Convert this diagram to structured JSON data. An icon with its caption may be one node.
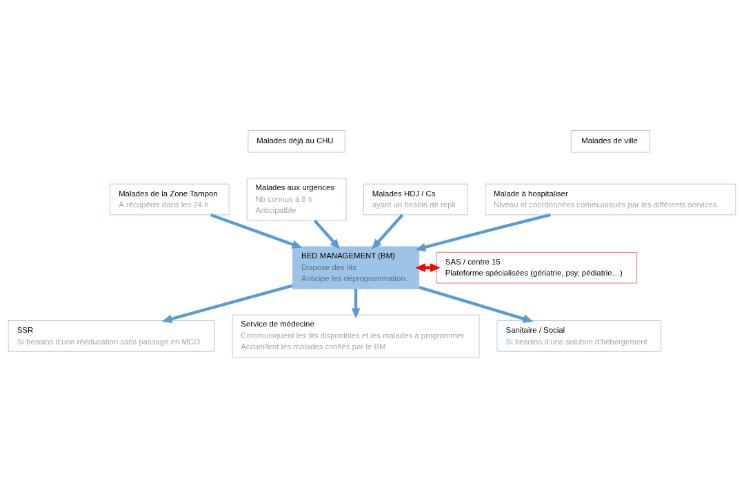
{
  "diagram": {
    "nodes": [
      {
        "text": [
          "Malades déjà au CHU"
        ]
      },
      {
        "text": [
          "Malades de ville"
        ]
      },
      {
        "text": [
          "Malades de la Zone Tampon",
          "À récupérer dans les 24 h"
        ]
      },
      {
        "text": [
          "Malades aux urgences",
          "Nb connus à 8 h",
          "Anticipatble"
        ]
      },
      {
        "text": [
          "Malades HDJ / Cs",
          "ayant un besoin de repli"
        ]
      },
      {
        "text": [
          "Malade à hospitaliser",
          "Niveau et coordonnées communiqués par les différents services."
        ]
      },
      {
        "text": [
          "BED MANAGEMENT (BM)",
          "Dispose des lits",
          "Anticipe les déprogrammation."
        ]
      },
      {
        "text": [
          "SAS / centre 15",
          "Plateforme spécialisées (gériatrie, psy, pédiatrie…)"
        ]
      },
      {
        "text": [
          "SSR",
          "Si besoins d’une rééducation sans passage en MCO"
        ]
      },
      {
        "text": [
          "Service de médecine",
          "Communiquent les lits disponibles et les malades à programmer",
          "Accueillent les malades confiés par le BM"
        ]
      },
      {
        "text": [
          "Sanitaire / Social",
          "Si besoins d’une solution d’hébergement"
        ]
      }
    ],
    "edges": [
      {
        "from": 2,
        "to": 6,
        "arrow": "to"
      },
      {
        "from": 3,
        "to": 6,
        "arrow": "to"
      },
      {
        "from": 4,
        "to": 6,
        "arrow": "to"
      },
      {
        "from": 5,
        "to": 6,
        "arrow": "to"
      },
      {
        "from": 6,
        "to": 7,
        "arrow": "both",
        "color": "#ff0000"
      },
      {
        "from": 6,
        "to": 8,
        "arrow": "to"
      },
      {
        "from": 6,
        "to": 9,
        "arrow": "to"
      },
      {
        "from": 6,
        "to": 10,
        "arrow": "to"
      }
    ]
  }
}
